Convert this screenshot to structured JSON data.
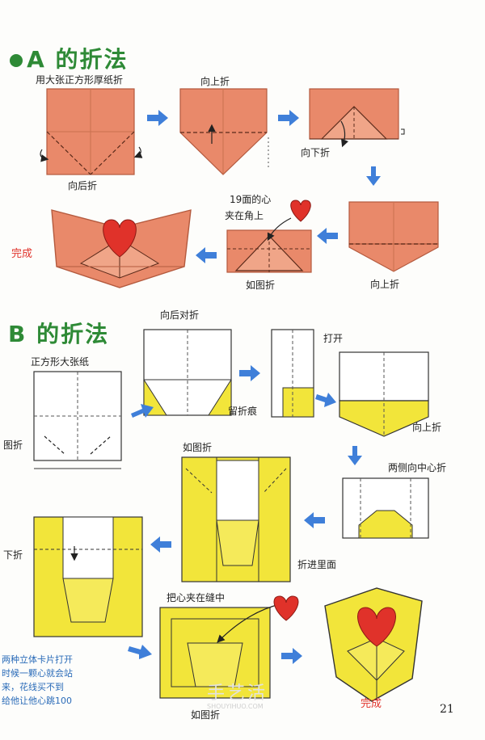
{
  "colors": {
    "heading_green": "#2e8a36",
    "salmon_paper": "#e9896a",
    "yellow_paper": "#f2e53a",
    "heart_red": "#e0322a",
    "arrow_blue": "#3f7fd9",
    "note_blue": "#2a6bb8"
  },
  "section_a": {
    "title": "A 的折法",
    "labels": {
      "step1": "用大张正方形厚纸折",
      "step1_fold": "向后折",
      "step2": "向上折",
      "step3": "向下折",
      "step4": "向上折",
      "step5_note_line1": "19面的心",
      "step5_note_line2": "夹在角上",
      "step5": "如图折",
      "done": "完成"
    }
  },
  "section_b": {
    "title": "B 的折法",
    "labels": {
      "step1": "正方形大张纸",
      "step1_fold": "图折",
      "step2": "向后对折",
      "step3_open": "打开",
      "step3_crease": "留折痕",
      "step4": "向上折",
      "step5": "两侧向中心折",
      "step6_top": "如图折",
      "step6_tuck": "折进里面",
      "step7": "下折",
      "step8_note": "把心夹在缝中",
      "step8": "如图折",
      "done": "完成"
    },
    "note_lines": [
      "两种立体卡片打开",
      "时候一颗心就会站",
      "来，花线买不到",
      "给他让他心跳100"
    ]
  },
  "page_number": "21",
  "watermark": {
    "text": "手艺活",
    "url": "SHOUYIHUO.COM"
  },
  "icons": [
    "arrow-right-icon",
    "arrow-down-icon",
    "arrow-left-icon",
    "heart-icon"
  ]
}
